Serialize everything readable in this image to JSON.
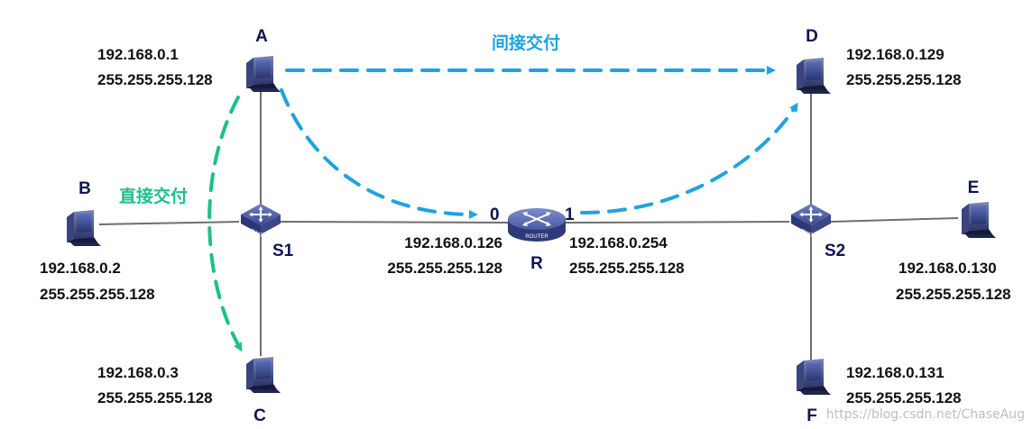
{
  "nodes": {
    "A": {
      "label": "A",
      "ip": "192.168.0.1",
      "mask": "255.255.255.128"
    },
    "B": {
      "label": "B",
      "ip": "192.168.0.2",
      "mask": "255.255.255.128"
    },
    "C": {
      "label": "C",
      "ip": "192.168.0.3",
      "mask": "255.255.255.128"
    },
    "D": {
      "label": "D",
      "ip": "192.168.0.129",
      "mask": "255.255.255.128"
    },
    "E": {
      "label": "E",
      "ip": "192.168.0.130",
      "mask": "255.255.255.128"
    },
    "F": {
      "label": "F",
      "ip": "192.168.0.131",
      "mask": "255.255.255.128"
    }
  },
  "switches": {
    "S1": {
      "label": "S1",
      "badge": "SWITCH"
    },
    "S2": {
      "label": "S2",
      "badge": "SWITCH"
    }
  },
  "router": {
    "label": "R",
    "badge": "ROUTER",
    "port0": {
      "label": "0",
      "ip": "192.168.0.126",
      "mask": "255.255.255.128"
    },
    "port1": {
      "label": "1",
      "ip": "192.168.0.254",
      "mask": "255.255.255.128"
    }
  },
  "annotations": {
    "indirect": "间接交付",
    "direct": "直接交付"
  },
  "colors": {
    "indirect": "#1fa3de",
    "direct": "#1dbf8a",
    "link": "#6e6e6e"
  },
  "watermark": "https://blog.csdn.net/ChaseAug"
}
